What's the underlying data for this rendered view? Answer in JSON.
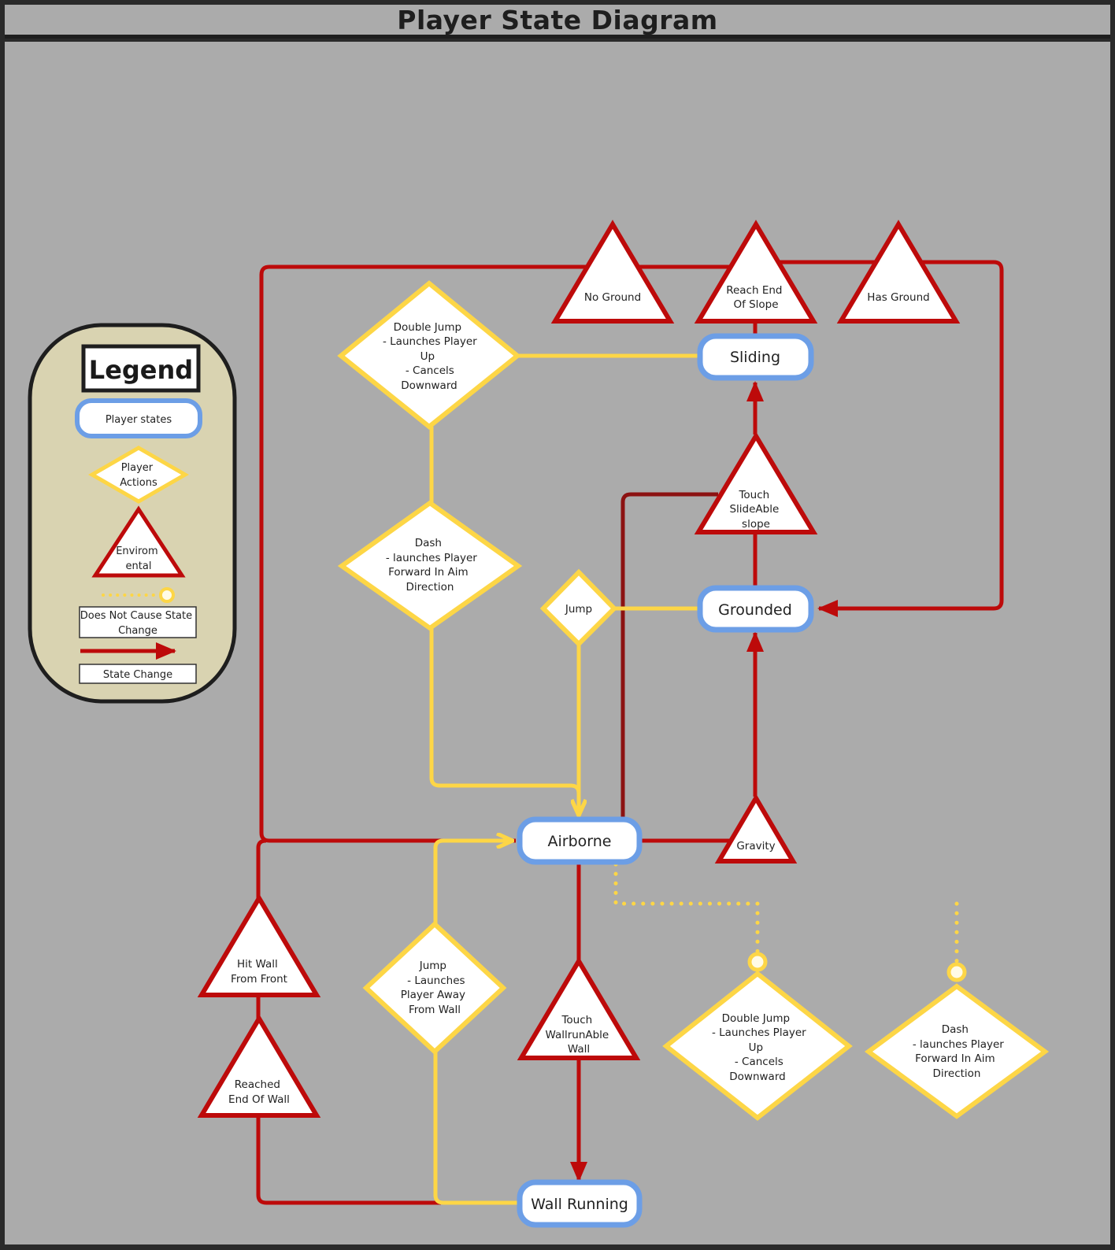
{
  "title": "Player State Diagram",
  "colors": {
    "state_border": "#6c9ee6",
    "action_border": "#fdd646",
    "env_border": "#bd0a0a",
    "state_change_line": "#bd0a0a",
    "action_line": "#fdd646",
    "background": "#ababab",
    "legend_fill": "#d9d3b1"
  },
  "legend": {
    "title": "Legend",
    "player_states": "Player states",
    "player_actions": [
      "Player",
      "Actions"
    ],
    "environmental": [
      "Envirom",
      "ental"
    ],
    "no_state_change": [
      "Does Not Cause State",
      "Change"
    ],
    "state_change": "State Change"
  },
  "states": {
    "sliding": "Sliding",
    "grounded": "Grounded",
    "airborne": "Airborne",
    "wall_running": "Wall Running"
  },
  "actions": {
    "double_jump_top": [
      "Double Jump",
      "- Launches Player",
      "Up",
      "- Cancels",
      "Downward"
    ],
    "dash_top": [
      "Dash",
      "- launches Player",
      "Forward In Aim",
      "Direction"
    ],
    "jump": [
      "Jump"
    ],
    "wall_jump": [
      "Jump",
      "- Launches",
      "Player Away",
      "From Wall"
    ],
    "double_jump_bottom": [
      "Double Jump",
      "- Launches Player",
      "Up",
      "- Cancels",
      "Downward"
    ],
    "dash_bottom": [
      "Dash",
      "- launches Player",
      "Forward In Aim",
      "Direction"
    ]
  },
  "environmental": {
    "no_ground": [
      "No Ground"
    ],
    "reach_end_slope": [
      "Reach End",
      "Of Slope"
    ],
    "has_ground": [
      "Has Ground"
    ],
    "touch_slope": [
      "Touch",
      "SlideAble",
      "slope"
    ],
    "gravity": [
      "Gravity"
    ],
    "hit_wall": [
      "Hit Wall",
      "From Front"
    ],
    "reached_end_wall": [
      "Reached",
      "End Of Wall"
    ],
    "touch_wall": [
      "Touch",
      "WallrunAble",
      "Wall"
    ]
  }
}
